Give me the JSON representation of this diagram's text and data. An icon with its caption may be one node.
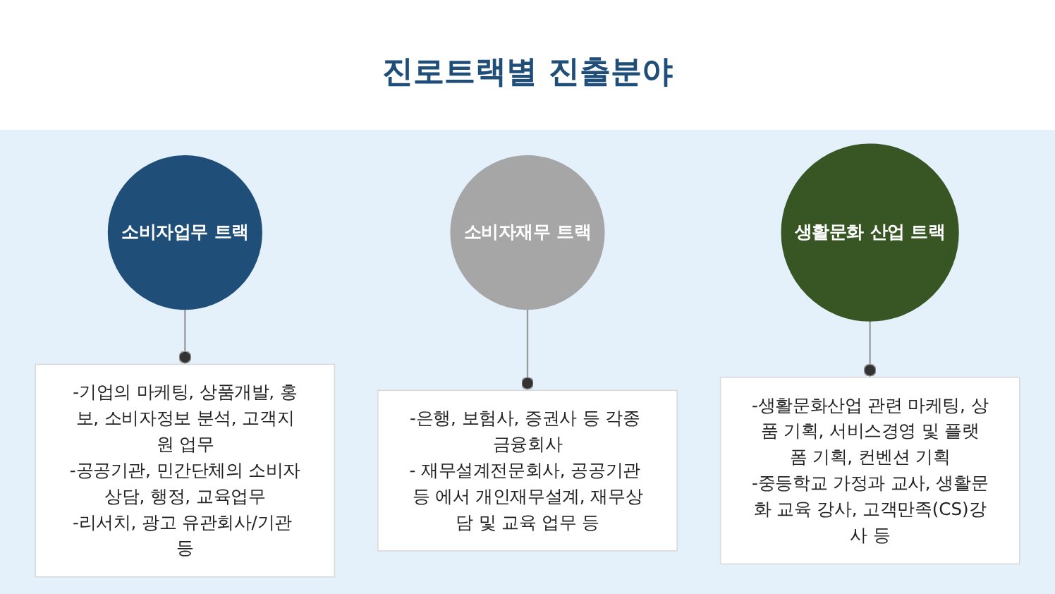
{
  "diagram": {
    "title": "진로트랙별 진출분야",
    "nodes": [
      {
        "text": [
          "소비자업무 트랙"
        ]
      },
      {
        "text": [
          "소비자재무 트랙"
        ]
      },
      {
        "text": [
          "생활문화 산업 트랙"
        ]
      },
      {
        "text": [
          "-기업의 마케팅, 상품개발, 홍보, 소비자정보 분석, 고객지원 업무",
          "-공공기관, 민간단체의 소비자상담, 행정, 교육업무",
          "-리서치, 광고 유관회사/기관 등"
        ]
      },
      {
        "text": [
          "-은행, 보험사, 증권사 등 각종 금융회사",
          "- 재무설계전문회사, 공공기관 등 에서 개인재무설계, 재무상담 및 교육 업무 등"
        ]
      },
      {
        "text": [
          "-생활문화산업 관련 마케팅, 상품 기획, 서비스경영 및 플랫폼 기획, 컨벤션 기획",
          "-중등학교 가정과 교사, 생활문화 교육 강사, 고객만족(CS)강사 등"
        ]
      }
    ],
    "edges": [
      {
        "from": 0,
        "to": 3,
        "arrow": "other"
      },
      {
        "from": 1,
        "to": 4,
        "arrow": "other"
      },
      {
        "from": 2,
        "to": 5,
        "arrow": "other"
      }
    ]
  }
}
